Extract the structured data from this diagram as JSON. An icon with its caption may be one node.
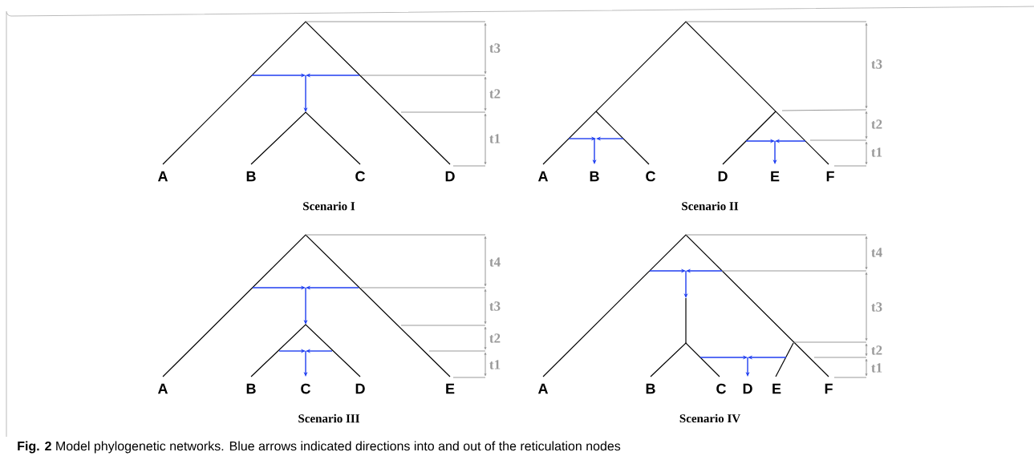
{
  "diagram": {
    "caption": "**Fig. 2** Model phylogenetic networks. Blue arrows indicated directions into and out of the reticulation nodes",
    "labels": [
      "A",
      "B",
      "C",
      "D",
      "t3",
      "t2",
      "t1",
      "Scenario I",
      "A",
      "B",
      "C",
      "D",
      "E",
      "F",
      "t3",
      "t2",
      "t1",
      "Scenario II",
      "A",
      "B",
      "C",
      "D",
      "E",
      "t4",
      "t3",
      "t2",
      "t1",
      "Scenario III",
      "A",
      "B",
      "C",
      "D",
      "E",
      "F",
      "t4",
      "t3",
      "t2",
      "t1",
      "Scenario IV"
    ]
  }
}
